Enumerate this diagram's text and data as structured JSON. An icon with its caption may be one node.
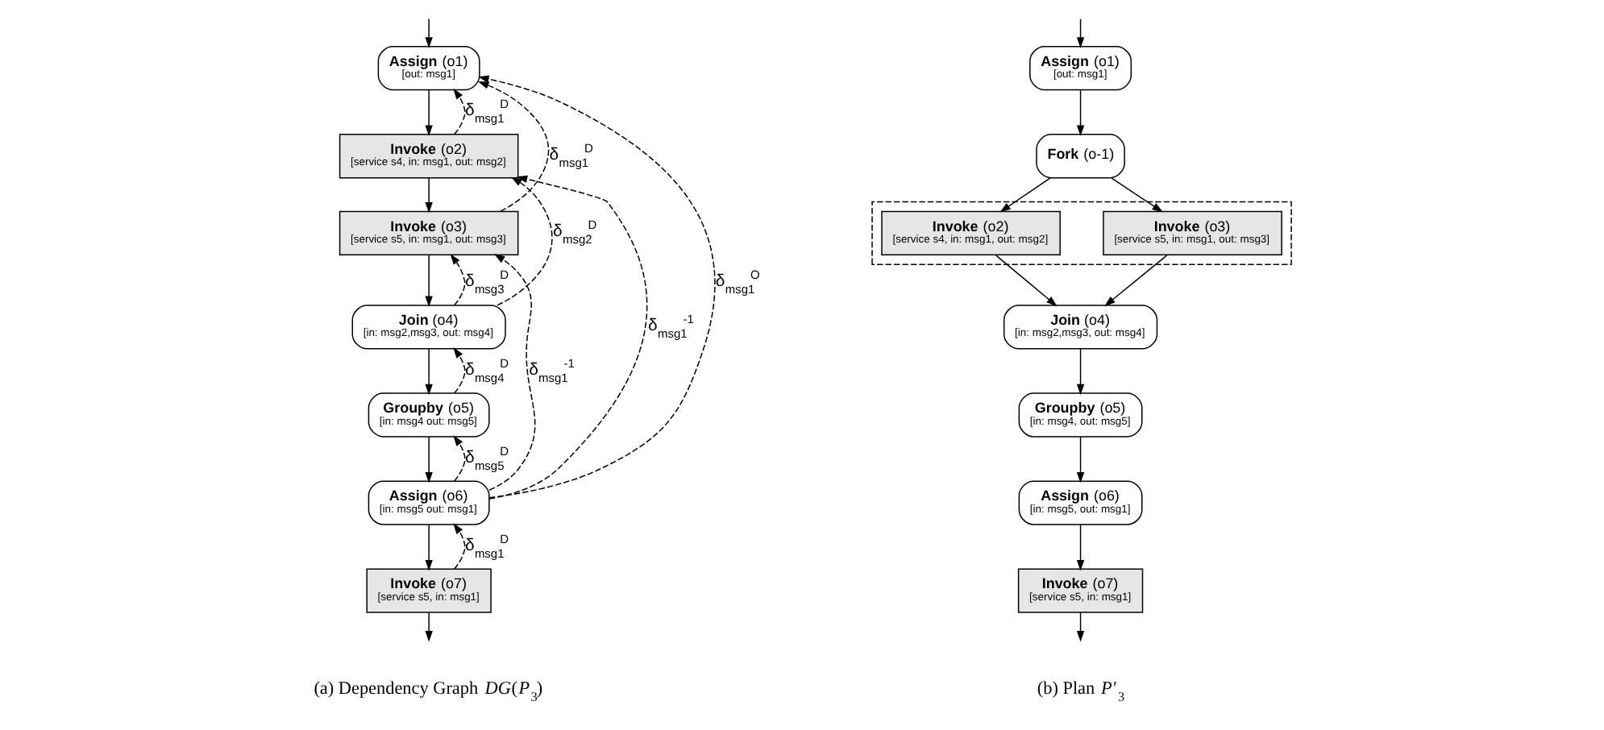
{
  "diagram": {
    "nodes": [
      {
        "text": [
          "Assign (o1)",
          "[out: msg1]"
        ]
      },
      {
        "text": [
          "Invoke (o2)",
          "[service s4, in: msg1, out: msg2]"
        ]
      },
      {
        "text": [
          "Invoke (o3)",
          "[service s5, in: msg1, out: msg3]"
        ]
      },
      {
        "text": [
          "Join (o4)",
          "[in: msg2,msg3, out: msg4]"
        ]
      },
      {
        "text": [
          "Groupby (o5)",
          "[in: msg4 out: msg5]"
        ]
      },
      {
        "text": [
          "Assign (o6)",
          "[in: msg5 out: msg1]"
        ]
      },
      {
        "text": [
          "Invoke (o7)",
          "[service s5, in: msg1]"
        ]
      },
      {
        "text": [
          "Assign (o1)",
          "[out: msg1]"
        ]
      },
      {
        "text": [
          "Fork (o-1)"
        ]
      },
      {
        "text": [],
        "shape": "box"
      },
      {
        "text": [
          "Invoke (o2)",
          "[service s4, in: msg1, out: msg2]"
        ],
        "in": 9
      },
      {
        "text": [
          "Invoke (o3)",
          "[service s5, in: msg1, out: msg3]"
        ],
        "in": 9
      },
      {
        "text": [
          "Join (o4)",
          "[in: msg2,msg3, out: msg4]"
        ]
      },
      {
        "text": [
          "Groupby (o5)",
          "[in: msg4, out: msg5]"
        ]
      },
      {
        "text": [
          "Assign (o6)",
          "[in: msg5, out: msg1]"
        ]
      },
      {
        "text": [
          "Invoke (o7)",
          "[service s5, in: msg1]"
        ]
      }
    ],
    "edges": [
      {
        "from": null,
        "to": 0,
        "arrow": "to"
      },
      {
        "from": 0,
        "to": 1,
        "arrow": "to"
      },
      {
        "from": 1,
        "to": 2,
        "arrow": "to"
      },
      {
        "from": 2,
        "to": 3,
        "arrow": "to"
      },
      {
        "from": 3,
        "to": 4,
        "arrow": "to"
      },
      {
        "from": 4,
        "to": 5,
        "arrow": "to"
      },
      {
        "from": 5,
        "to": 6,
        "arrow": "to"
      },
      {
        "from": 6,
        "to": null,
        "arrow": "to"
      },
      {
        "from": 5,
        "to": 0,
        "arrow": "to",
        "style": "dashed",
        "label": "δ$_{msg1}$$^{O}$"
      },
      {
        "from": 1,
        "to": 0,
        "arrow": "to",
        "style": "dashed",
        "label": "δ$_{msg1}$$^{D}$"
      },
      {
        "from": 2,
        "to": 0,
        "arrow": "to",
        "style": "dashed",
        "label": "δ$_{msg1}$$^{D}$"
      },
      {
        "from": 5,
        "to": 1,
        "arrow": "to",
        "style": "dashed",
        "label": "δ$_{msg1}$$^{-1}$"
      },
      {
        "from": 3,
        "to": 1,
        "arrow": "to",
        "style": "dashed",
        "label": "δ$_{msg2}$$^{D}$"
      },
      {
        "from": 3,
        "to": 2,
        "arrow": "to",
        "style": "dashed",
        "label": "δ$_{msg3}$$^{D}$"
      },
      {
        "from": 5,
        "to": 2,
        "arrow": "to",
        "style": "dashed",
        "label": "δ$_{msg1}$$^{-1}$"
      },
      {
        "from": 4,
        "to": 3,
        "arrow": "to",
        "style": "dashed",
        "label": "δ$_{msg4}$$^{D}$"
      },
      {
        "from": 5,
        "to": 4,
        "arrow": "to",
        "style": "dashed",
        "label": "δ$_{msg5}$$^{D}$"
      },
      {
        "from": 6,
        "to": 5,
        "arrow": "to",
        "style": "dashed",
        "label": "δ$_{msg1}$$^{D}$"
      },
      {
        "from": null,
        "to": 7,
        "arrow": "to"
      },
      {
        "from": 7,
        "to": 8,
        "arrow": "to"
      },
      {
        "from": 8,
        "to": 10,
        "arrow": "to"
      },
      {
        "from": 8,
        "to": 11,
        "arrow": "to"
      },
      {
        "from": 10,
        "to": 12,
        "arrow": "to"
      },
      {
        "from": 11,
        "to": 12,
        "arrow": "to"
      },
      {
        "from": 12,
        "to": 13,
        "arrow": "to"
      },
      {
        "from": 13,
        "to": 14,
        "arrow": "to"
      },
      {
        "from": 14,
        "to": 15,
        "arrow": "to"
      },
      {
        "from": 15,
        "to": null,
        "arrow": "to"
      }
    ],
    "labels": [
      "(a) Dependency Graph *DG*(*P*$_{3}$)",
      "(b) Plan *P*′$_{3}$"
    ]
  }
}
